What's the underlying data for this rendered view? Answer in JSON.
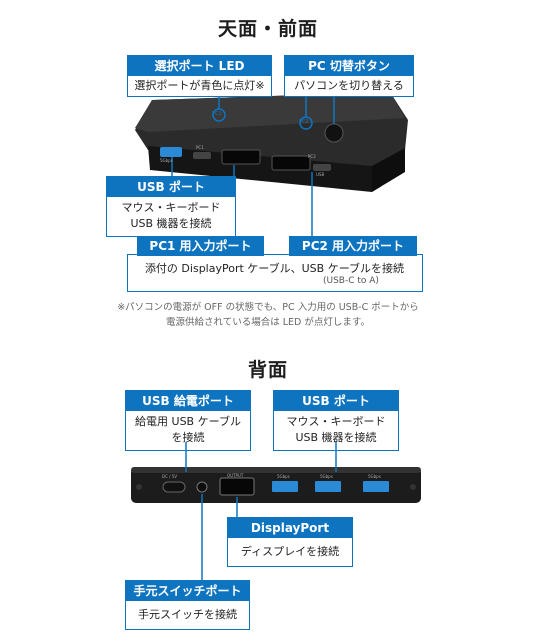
{
  "front": {
    "title": "天面・前面",
    "select_led": {
      "head": "選択ポート LED",
      "body": "選択ポートが青色に点灯※"
    },
    "pc_switch": {
      "head": "PC 切替ボタン",
      "body": "パソコンを切り替える"
    },
    "usb_port": {
      "head": "USB ポート",
      "body1": "マウス・キーボード",
      "body2": "USB 機器を接続"
    },
    "pc1_port": {
      "head": "PC1 用入力ポート"
    },
    "pc2_port": {
      "head": "PC2 用入力ポート"
    },
    "input_desc": "添付の DisplayPort ケーブル、USB ケーブルを接続",
    "input_sub": "(USB-C to A)",
    "device_labels": {
      "pc1_led": "PC1",
      "pc2_led": "PC2",
      "usb": "5Gbps",
      "pc1": "PC1",
      "pc2": "PC2",
      "usb_c": "USB"
    },
    "note1": "※パソコンの電源が OFF の状態でも、PC 入力用の USB-C ポートから",
    "note2": "電源供給されている場合は LED が点灯します。"
  },
  "back": {
    "title": "背面",
    "usb_power": {
      "head": "USB 給電ポート",
      "body1": "給電用 USB ケーブル",
      "body2": "を接続"
    },
    "usb_port": {
      "head": "USB ポート",
      "body1": "マウス・キーボード",
      "body2": "USB 機器を接続"
    },
    "displayport": {
      "head": "DisplayPort",
      "body": "ディスプレイを接続"
    },
    "hand_switch": {
      "head": "手元スイッチポート",
      "body": "手元スイッチを接続"
    },
    "device_labels": {
      "dc": "DC / 5V",
      "output": "OUTPUT",
      "usb1": "5Gbps",
      "usb2": "5Gbps",
      "usb3": "5Gbps"
    }
  },
  "colors": {
    "accent": "#0f74c0",
    "device": "#1c1c1c",
    "port_blue": "#2a8ad6"
  }
}
